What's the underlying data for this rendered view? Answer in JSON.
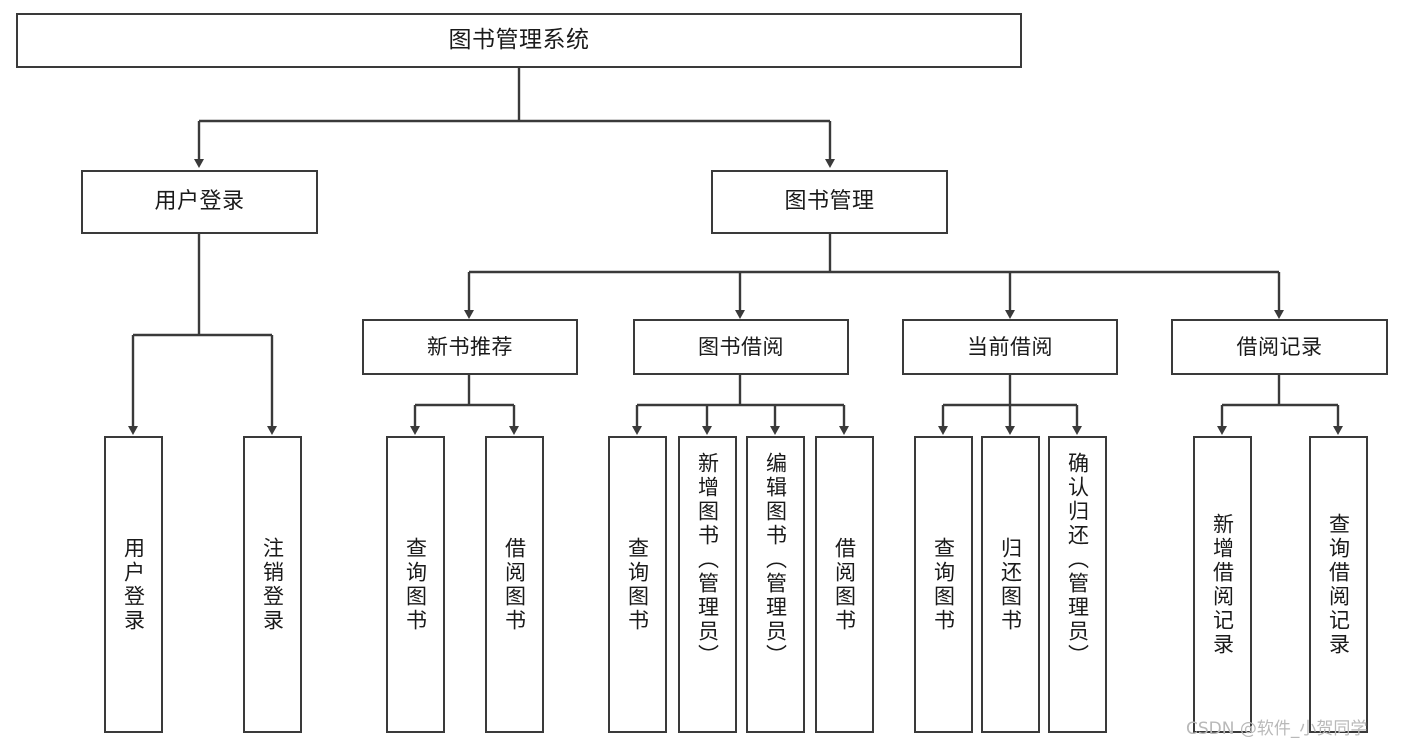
{
  "diagram": {
    "type": "tree-hierarchy-chart",
    "title": "图书管理系统",
    "colors": {
      "box_border": "#3a3a3a",
      "box_fill": "#ffffff",
      "edge": "#3a3a3a",
      "text": "#1a1a1a",
      "watermark": "#b9b9b9",
      "background": "#ffffff"
    },
    "root": {
      "label": "图书管理系统"
    },
    "level2": [
      {
        "label": "用户登录"
      },
      {
        "label": "图书管理"
      }
    ],
    "level3": [
      {
        "label": "新书推荐"
      },
      {
        "label": "图书借阅"
      },
      {
        "label": "当前借阅"
      },
      {
        "label": "借阅记录"
      }
    ],
    "leaves": {
      "user_login": [
        {
          "label": "用户登录"
        },
        {
          "label": "注销登录"
        }
      ],
      "new_book_recommend": [
        {
          "label": "查询图书"
        },
        {
          "label": "借阅图书"
        }
      ],
      "book_borrow": [
        {
          "label": "查询图书"
        },
        {
          "label": "新增图书（管理员）"
        },
        {
          "label": "编辑图书（管理员）"
        },
        {
          "label": "借阅图书"
        }
      ],
      "current_borrow": [
        {
          "label": "查询图书"
        },
        {
          "label": "归还图书"
        },
        {
          "label": "确认归还（管理员）"
        }
      ],
      "borrow_record": [
        {
          "label": "新增借阅记录"
        },
        {
          "label": "查询借阅记录"
        }
      ]
    }
  },
  "watermark": {
    "text": "CSDN @软件_小贺同学"
  }
}
